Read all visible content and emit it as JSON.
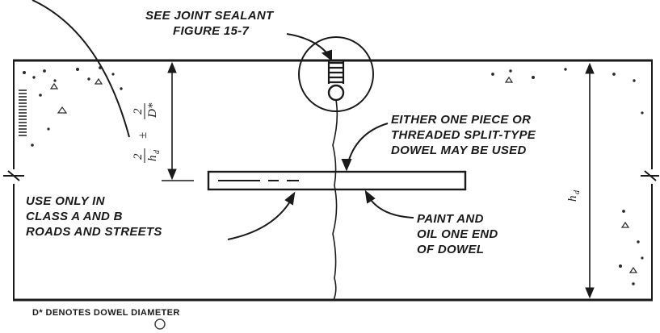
{
  "labels": {
    "sealant_ref": [
      "SEE JOINT SEALANT",
      "FIGURE 15-7"
    ],
    "dowel_type": [
      "EITHER ONE PIECE OR",
      "THREADED SPLIT-TYPE",
      "DOWEL MAY BE USED"
    ],
    "class_use": [
      "USE ONLY IN",
      "CLASS A AND B",
      "ROADS AND STREETS"
    ],
    "paint_oil": [
      "PAINT AND",
      "OIL ONE END",
      "OF DOWEL"
    ]
  },
  "dimensions": {
    "dowel_depth_top": "D*",
    "dowel_depth_sep": "±",
    "dowel_depth_den": "2",
    "half_depth_num": "h",
    "half_depth_sub": "d",
    "half_depth_den": "2",
    "slab_depth": "h",
    "slab_depth_sub": "d"
  },
  "footnote": "D* DENOTES DOWEL DIAMETER",
  "colors": {
    "ink": "#1a1a1a",
    "paper": "#ffffff"
  }
}
